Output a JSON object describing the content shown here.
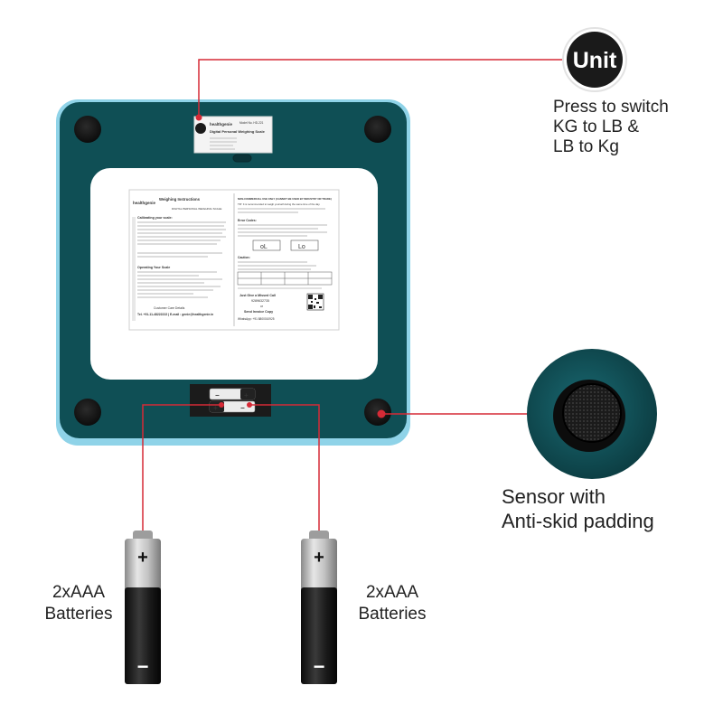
{
  "unit_button": {
    "label": "Unit",
    "caption_lines": [
      "Press to switch",
      "KG to LB &",
      "LB to Kg"
    ]
  },
  "sensor": {
    "caption_lines": [
      "Sensor with",
      "Anti-skid padding"
    ]
  },
  "batteries": {
    "left_caption_lines": [
      "2xAAA",
      "Batteries"
    ],
    "right_caption_lines": [
      "2xAAA",
      "Batteries"
    ],
    "plus_symbol": "+",
    "minus_symbol": "−"
  },
  "top_label": {
    "brand": "healthgenie",
    "title": "Digital Personal Weighing Scale",
    "model": "Model No. HD-221"
  },
  "instructions_label": {
    "brand": "healthgenie",
    "left_heading": "Weighing Instructions",
    "left_subheading": "DIGITAL PERSONAL WEIGHING SCALE",
    "calibrating_heading": "Calibrating your scale:",
    "operating_heading": "Operating Your Scale",
    "customer_care": "Customer Care Details",
    "phone_email": "Tel. +91-11-48222222 | E-mail : genie@healthgenie.in",
    "right_heading": "NON-COMMERCIAL USE ONLY (CANNOT BE USED BY INDUSTRY OR TRADE)",
    "tip": "TIP: It is recommended to weigh yourself during the same time of the day.",
    "error_codes": "Error Codes:",
    "error_low": "oL",
    "error_lo": "Lo",
    "caution": "Caution:",
    "missed_call": "Just Give a Missed Call",
    "missed_call_number": "9289632735",
    "or": "or",
    "send_invoice": "Send Invoice Copy",
    "whatsapp": "WhatsApp: +91 8800010925"
  },
  "colors": {
    "scale_body": "#0f4f55",
    "scale_glass_edge": "#8fd3e8",
    "callout_line": "#d62a36",
    "unit_button_bg": "#1a1a1a",
    "battery_body": "#1d1d1d",
    "battery_cap": "#b9b9b9"
  }
}
